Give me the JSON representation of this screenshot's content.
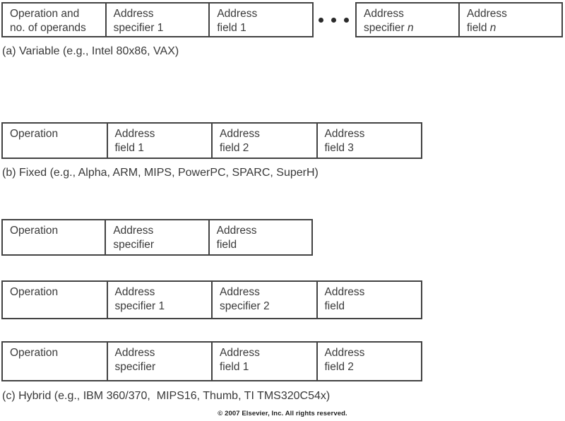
{
  "diagram": {
    "section_a": {
      "caption": "(a) Variable (e.g., Intel 80x86, VAX)",
      "ellipsis_icon": "horizontal-ellipsis-dots",
      "group1": {
        "cells": [
          {
            "line1": "Operation and",
            "line2": "no. of operands"
          },
          {
            "line1": "Address",
            "line2": "specifier 1"
          },
          {
            "line1": "Address",
            "line2": "field 1"
          }
        ]
      },
      "group2": {
        "cells": [
          {
            "line1": "Address",
            "line2": "specifier ",
            "line2_italic": "n"
          },
          {
            "line1": "Address",
            "line2": "field ",
            "line2_italic": "n"
          }
        ]
      }
    },
    "section_b": {
      "caption": "(b) Fixed (e.g., Alpha, ARM, MIPS, PowerPC, SPARC, SuperH)",
      "cells": [
        {
          "line1": "Operation",
          "line2": ""
        },
        {
          "line1": "Address",
          "line2": "field 1"
        },
        {
          "line1": "Address",
          "line2": "field 2"
        },
        {
          "line1": "Address",
          "line2": "field 3"
        }
      ]
    },
    "section_c": {
      "caption": "(c) Hybrid (e.g., IBM 360/370,  MIPS16, Thumb, TI TMS320C54x)",
      "row1": {
        "cells": [
          {
            "line1": "Operation",
            "line2": ""
          },
          {
            "line1": "Address",
            "line2": "specifier"
          },
          {
            "line1": "Address",
            "line2": "field"
          }
        ]
      },
      "row2": {
        "cells": [
          {
            "line1": "Operation",
            "line2": ""
          },
          {
            "line1": "Address",
            "line2": "specifier 1"
          },
          {
            "line1": "Address",
            "line2": "specifier 2"
          },
          {
            "line1": "Address",
            "line2": "field"
          }
        ]
      },
      "row3": {
        "cells": [
          {
            "line1": "Operation",
            "line2": ""
          },
          {
            "line1": "Address",
            "line2": "specifier"
          },
          {
            "line1": "Address",
            "line2": "field 1"
          },
          {
            "line1": "Address",
            "line2": "field 2"
          }
        ]
      }
    },
    "copyright": "© 2007 Elsevier, Inc. All rights reserved.",
    "colors": {
      "border": "#424242",
      "text": "#3a3a3a",
      "dot": "#2a2a2a",
      "background": "#ffffff"
    }
  }
}
